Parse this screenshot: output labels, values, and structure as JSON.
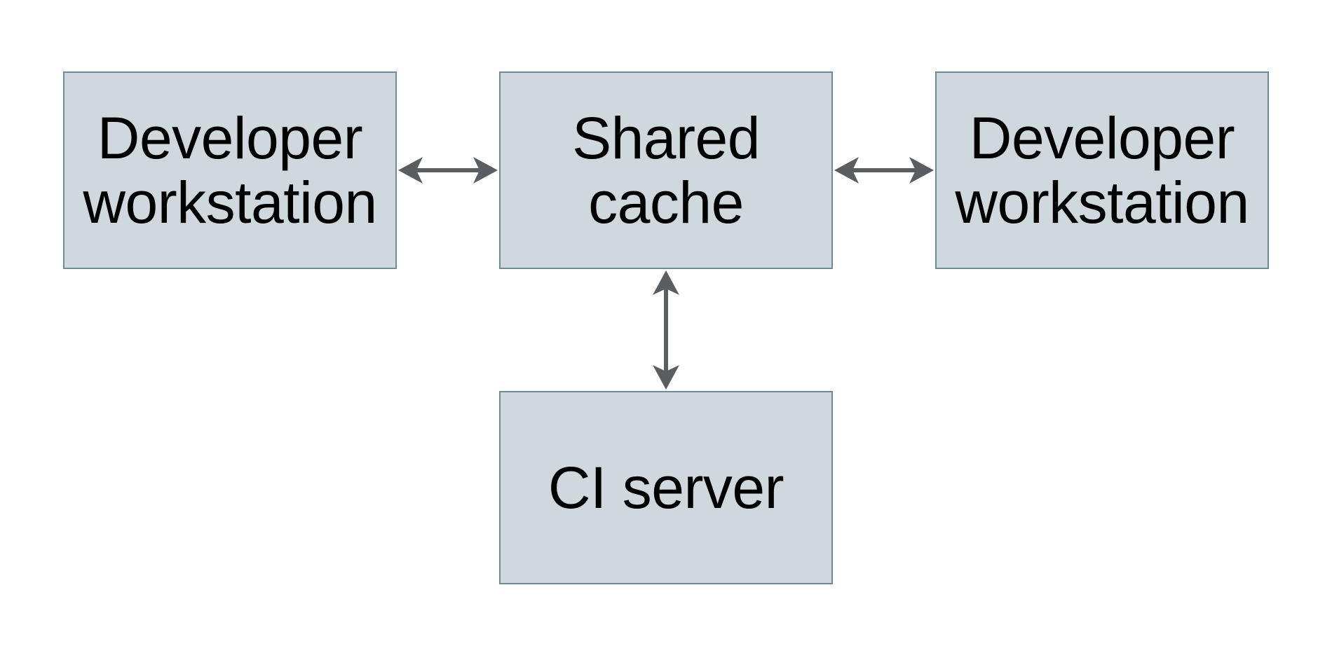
{
  "diagram": {
    "type": "architecture-diagram",
    "nodes": [
      {
        "id": "developer-workstation-left",
        "label": "Developer\nworkstation"
      },
      {
        "id": "shared-cache",
        "label": "Shared\ncache"
      },
      {
        "id": "developer-workstation-right",
        "label": "Developer\nworkstation"
      },
      {
        "id": "ci-server",
        "label": "CI server"
      }
    ],
    "edges": [
      {
        "from": "developer-workstation-left",
        "to": "shared-cache",
        "direction": "bidirectional",
        "orientation": "horizontal"
      },
      {
        "from": "developer-workstation-right",
        "to": "shared-cache",
        "direction": "bidirectional",
        "orientation": "horizontal"
      },
      {
        "from": "ci-server",
        "to": "shared-cache",
        "direction": "bidirectional",
        "orientation": "vertical"
      }
    ]
  },
  "theme": {
    "background": "#ffffff",
    "node_fill": "#cfd8dc",
    "node_border": "#6f8b9a",
    "arrow_color": "#5b5e60",
    "text_color": "#000000"
  }
}
